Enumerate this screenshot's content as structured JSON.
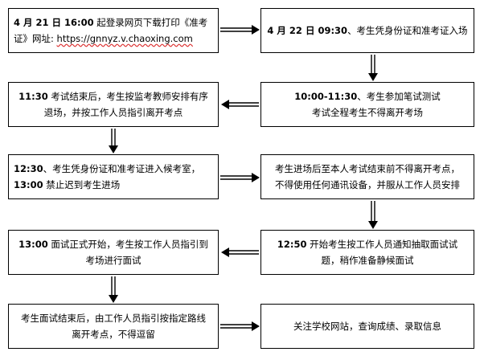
{
  "steps": {
    "s1": {
      "time1": "4 月 21 日 16:00",
      "text1": " 起登录网页下载打印《准考",
      "text2": "证》网址: ",
      "url": "https://gnnyz.v.chaoxing.com"
    },
    "s2": {
      "time": "4 月 22 日 09:30",
      "text": "、考生凭身份证和准考证入场"
    },
    "s3": {
      "time": "10:00-11:30",
      "text1": "、考生参加笔试测试",
      "text2": "考试全程考生不得离开考场"
    },
    "s4": {
      "time": "11:30",
      "text1": " 考试结束后，考生按监考教师安排有序",
      "text2": "退场，并按工作人员指引离开考点"
    },
    "s5": {
      "time1": "12:30",
      "text1": "、考生凭身份证和准考证进入候考室，",
      "time2": "13:00",
      "text2": " 禁止迟到考生进场"
    },
    "s6": {
      "text1": "考生进场后至本人考试结束前不得离开考点，",
      "text2": "不得使用任何通讯设备，并服从工作人员安排"
    },
    "s7": {
      "time": "12:50",
      "text1": " 开始考生按工作人员通知抽取面试试",
      "text2": "题，稍作准备静候面试"
    },
    "s8": {
      "time": "13:00",
      "text1": " 面试正式开始，考生按工作人员指引到",
      "text2": "考场进行面试"
    },
    "s9": {
      "text1": "考生面试结束后，由工作人员指引按指定路线",
      "text2": "离开考点，不得逗留"
    },
    "s10": {
      "text": "关注学校网站，查询成绩、录取信息"
    }
  }
}
